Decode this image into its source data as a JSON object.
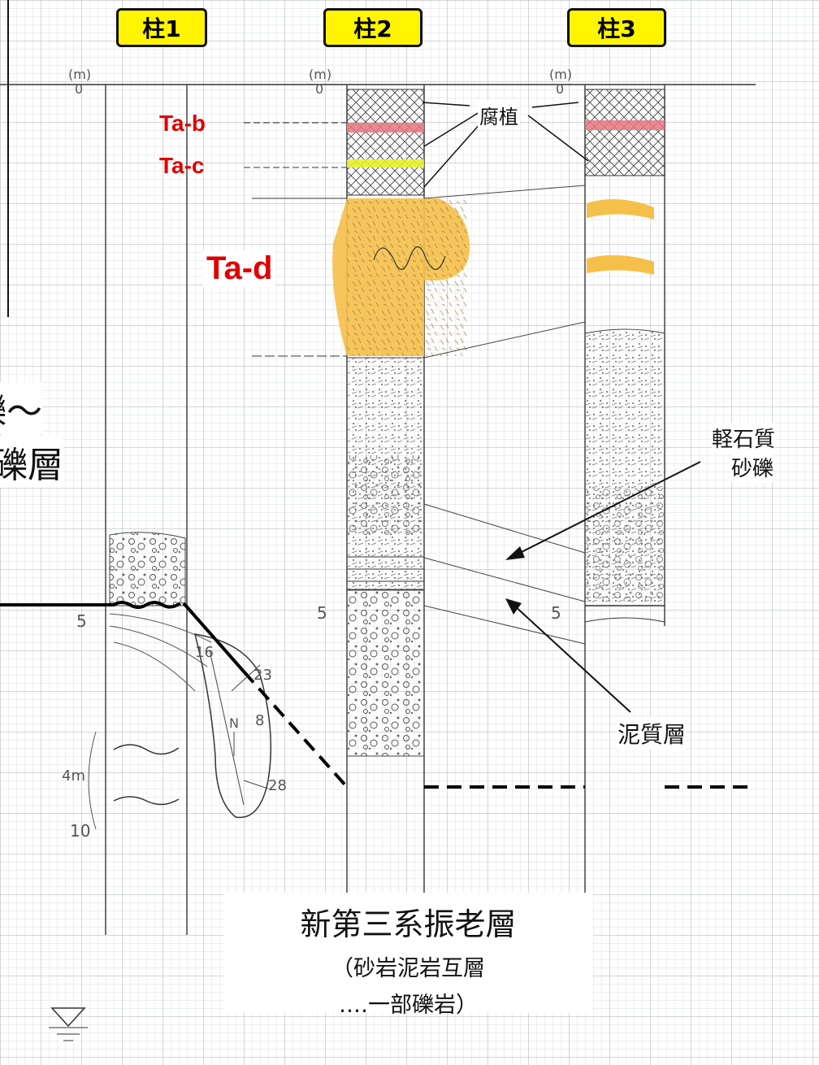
{
  "columns": [
    {
      "label": "柱1",
      "name": "column-1"
    },
    {
      "label": "柱2",
      "name": "column-2"
    },
    {
      "label": "柱3",
      "name": "column-3"
    }
  ],
  "tephra": {
    "ta_b": "Ta-b",
    "ta_c": "Ta-c",
    "ta_d": "Ta-d"
  },
  "labels": {
    "humus": "腐植",
    "pumice_gravel_line1": "軽石質",
    "pumice_gravel_line2": "砂礫",
    "mud_layer": "泥質層",
    "left_line1": "礫～",
    "left_line2": "礫層"
  },
  "formation": {
    "title": "新第三系振老層",
    "line2": "（砂岩泥岩互層",
    "line3": "‥‥一部礫岩）"
  },
  "handwriting": {
    "unit_m": "(m)",
    "zero": "0",
    "five": "5",
    "ten": "10",
    "four_m": "4m",
    "dip_16": "16",
    "dip_23": "23",
    "dip_8": "8",
    "dip_28": "28",
    "north": "N"
  },
  "colors": {
    "label_box": "#fff500",
    "tephra_text": "#e00000",
    "ta_d_fill": "#f5c04a",
    "ta_b_band": "#e8767f",
    "ta_c_band": "#e6f22c"
  }
}
